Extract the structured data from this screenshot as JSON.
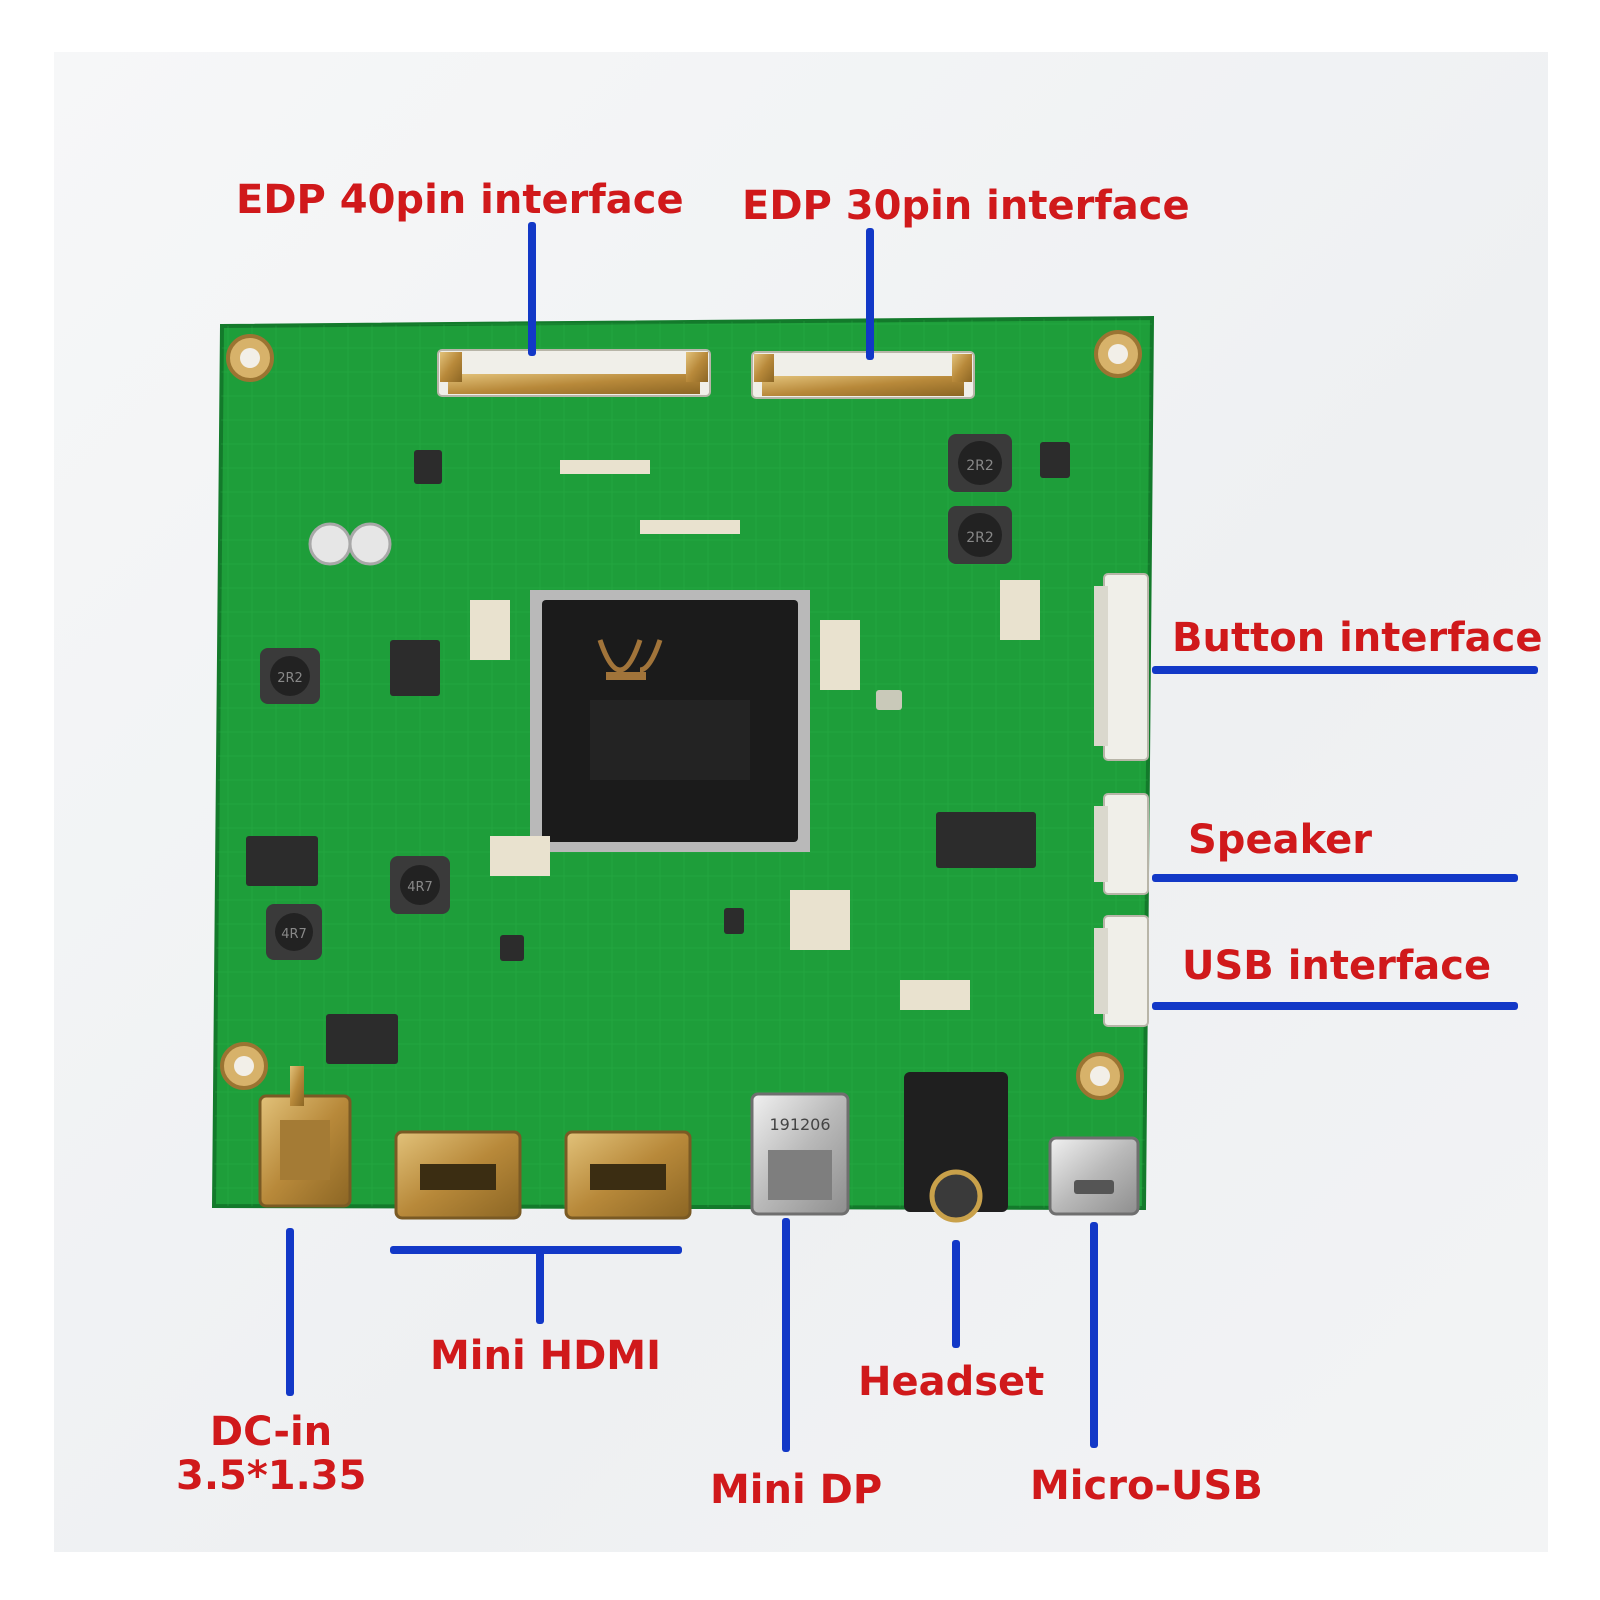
{
  "labels": {
    "edp40": "EDP 40pin interface",
    "edp30": "EDP 30pin interface",
    "button": "Button interface",
    "speaker": "Speaker",
    "usb": "USB interface",
    "mini_hdmi": "Mini HDMI",
    "headset": "Headset",
    "dc_in_line1": "DC-in",
    "dc_in_line2": "3.5*1.35",
    "mini_dp": "Mini DP",
    "micro_usb": "Micro-USB"
  },
  "board": {
    "minidp_marking": "191206",
    "inductor_marking": "2R2",
    "inductor_marking_2": "4R7"
  },
  "colors": {
    "label_text": "#d0191b",
    "leader_line": "#1238c7",
    "pcb_green": "#1e9e3a",
    "pcb_green_dark": "#12762a",
    "chip_black": "#1b1b1b",
    "connector_gold": "#c9a14a",
    "connector_silver": "#c8c8c8"
  }
}
